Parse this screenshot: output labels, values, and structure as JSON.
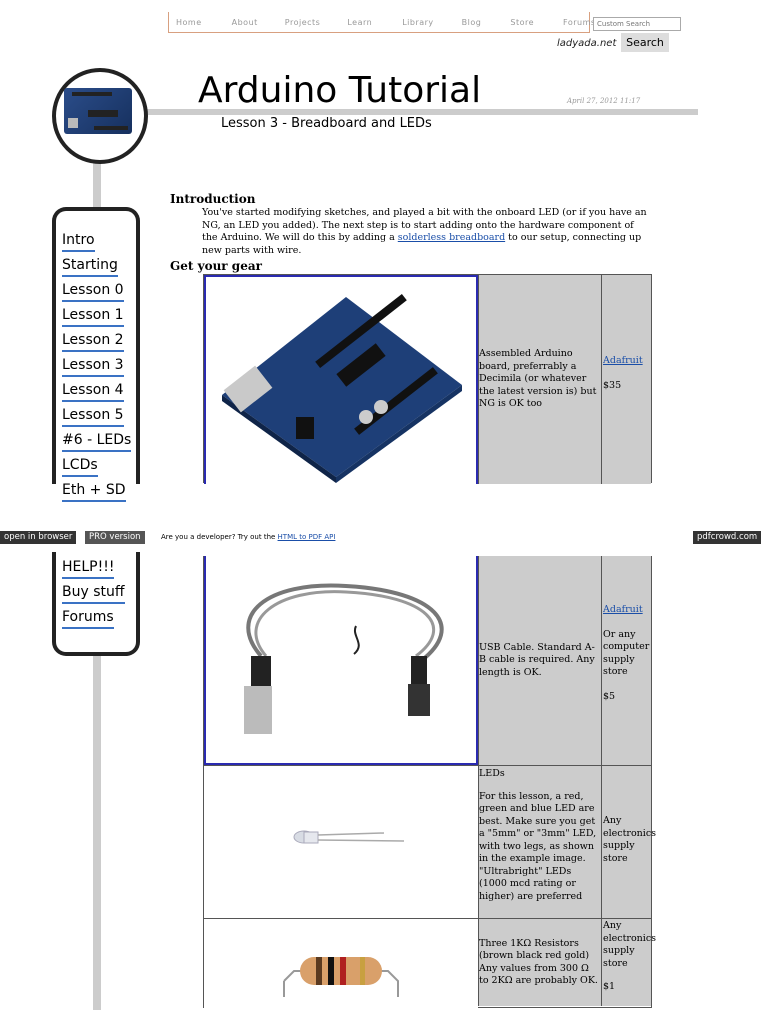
{
  "topnav": {
    "items": [
      "Home",
      "About",
      "Projects",
      "Learn",
      "Library",
      "Blog",
      "Store",
      "Forums"
    ],
    "search_placeholder": "Custom Search",
    "brand": "ladyada.net",
    "search_button": "Search"
  },
  "header": {
    "title": "Arduino Tutorial",
    "subtitle": "Lesson 3 - Breadboard and LEDs",
    "date": "April 27, 2012 11:17"
  },
  "sidenav": {
    "items_top": [
      "Intro",
      "Starting",
      "Lesson 0",
      "Lesson 1",
      "Lesson 2",
      "Lesson 3",
      "Lesson 4",
      "Lesson 5",
      "#6 - LEDs",
      "LCDs",
      "Eth + SD"
    ],
    "items_bottom": [
      "HELP!!!",
      "Buy stuff",
      "Forums"
    ]
  },
  "intro": {
    "heading": "Introduction",
    "text_before_link": "You've started modifying sketches, and played a bit with the onboard LED (or if you have an NG, an LED you added). The next step is to start adding onto the hardware component of the Arduino. We will do this by adding a ",
    "link": "solderless breadboard",
    "text_after_link": " to our setup, connecting up new parts with wire."
  },
  "gear": {
    "heading": "Get your gear",
    "rows": [
      {
        "image": "arduino-board-photo",
        "description": "Assembled Arduino board, preferrably a Decimila (or whatever the latest version is) but NG is OK too",
        "source_link": "Adafruit",
        "source_lines": [],
        "price": "$35"
      },
      {
        "image": "usb-cable-photo",
        "description": "USB Cable. Standard A-B cable is required. Any length is OK.",
        "source_link": "Adafruit",
        "source_lines": [
          "Or any computer supply store"
        ],
        "price": "$5"
      },
      {
        "image": "led-photo",
        "description_lines": [
          "LEDs",
          "For this lesson, a red, green and blue LED are best. Make sure you get a \"5mm\" or \"3mm\" LED, with two legs, as shown in the example image. \"Ultrabright\" LEDs (1000 mcd rating or higher) are preferred"
        ],
        "source_lines": [
          "Any electronics supply store"
        ]
      },
      {
        "image": "resistor-photo",
        "description": "Three 1KΩ Resistors (brown black red gold) Any values from 300 Ω to 2KΩ are probably OK.",
        "source_lines": [
          "Any electronics supply store"
        ],
        "price": "$1"
      }
    ]
  },
  "pdfbar": {
    "open": "open in browser",
    "pro": "PRO version",
    "dev_text": "Are you a developer? Try out the ",
    "dev_link": "HTML to PDF API",
    "brand": "pdfcrowd.com"
  }
}
